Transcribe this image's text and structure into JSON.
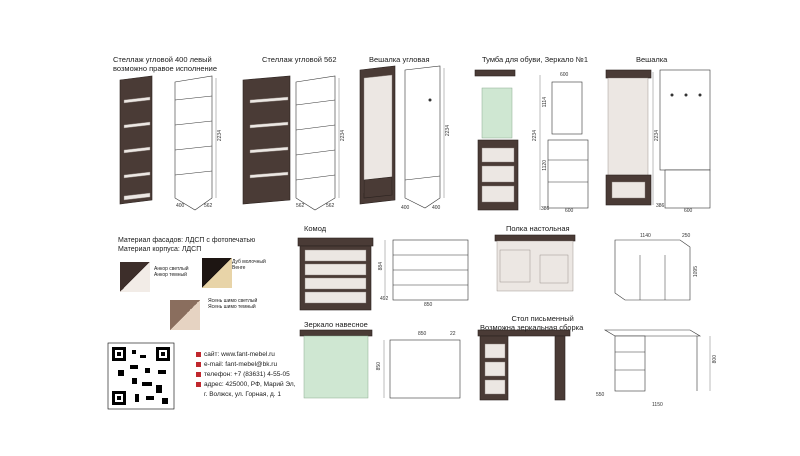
{
  "products": {
    "stellazh400": {
      "title1": "Стеллаж угловой 400 левый",
      "title2": "возможно правое исполнение",
      "d_h": "2234",
      "d_w1": "400",
      "d_w2": "562"
    },
    "stellazh562": {
      "title": "Стеллаж угловой 562",
      "d_h": "2234",
      "d_w1": "562",
      "d_w2": "562"
    },
    "veshalka_ugl": {
      "title": "Вешалка угловая",
      "d_h": "2234",
      "d_w1": "400",
      "d_w2": "400"
    },
    "tumba": {
      "title": "Тумба для обуви, Зеркало №1",
      "d_top": "600",
      "d_h1": "1114",
      "d_h2": "1120",
      "d_total": "2234",
      "d_d": "386",
      "d_w": "600"
    },
    "veshalka": {
      "title": "Вешалка",
      "d_h": "2234",
      "d_d": "386",
      "d_w": "600"
    },
    "komod": {
      "title": "Комод",
      "d_h": "884",
      "d_d": "492",
      "d_w": "850"
    },
    "polka": {
      "title": "Полка настольная",
      "d_w": "1140",
      "d_d": "250",
      "d_h": "1095"
    },
    "zerkalo": {
      "title": "Зеркало навесное",
      "d_w": "850",
      "d_d": "22",
      "d_h": "850"
    },
    "stol": {
      "title1": "Стол письменный",
      "title2": "Возможна зеркальная сборка",
      "d_h": "800",
      "d_d": "550",
      "d_w": "1150"
    }
  },
  "materials": {
    "line1": "Материал фасадов: ЛДСП с фотопечатью",
    "line2": "Материал корпуса: ЛДСП",
    "sw1a": "Анкор светлый",
    "sw1b": "Анкор темный",
    "sw2a": "Дуб молочный",
    "sw2b": "Венге",
    "sw3a": "Ясень шимо светлый",
    "sw3b": "Ясень шимо темный"
  },
  "contacts": {
    "site": "сайт: www.fant-mebel.ru",
    "email": "e-mail: fant-mebel@bk.ru",
    "phone": "телефон: +7 (83631) 4-55-05",
    "addr1": "адрес: 425000, РФ, Марий Эл,",
    "addr2": "г. Волжск, ул. Горная, д. 1"
  },
  "colors": {
    "dark": "#4a3b36",
    "light": "#ece7e3",
    "accent": "#c0272d",
    "mirror": "#cfe7d2"
  }
}
